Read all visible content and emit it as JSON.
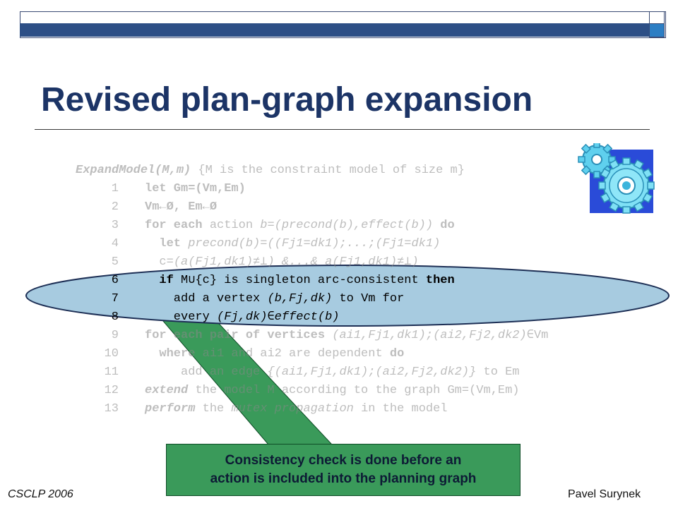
{
  "slide": {
    "title": "Revised plan-graph expansion",
    "footer_left": "CSCLP 2006",
    "footer_right": "Pavel Surynek",
    "logo_icon": "gears-icon"
  },
  "code": {
    "header": {
      "fn": "ExpandModel(M,m)",
      "comment": " {M is the constraint model of size m}"
    },
    "lines": [
      {
        "n": "1",
        "parts": [
          {
            "t": "let Gm=(Vm,Em)",
            "s": "kw"
          }
        ]
      },
      {
        "n": "2",
        "parts": [
          {
            "t": "Vm←Ø, Em←Ø",
            "s": "kw"
          }
        ]
      },
      {
        "n": "3",
        "parts": [
          {
            "t": "for each",
            "s": "kw"
          },
          {
            "t": " action ",
            "s": ""
          },
          {
            "t": "b=(precond(b),effect(b))",
            "s": "it"
          },
          {
            "t": " do",
            "s": "kw"
          }
        ]
      },
      {
        "n": "4",
        "parts": [
          {
            "t": "  let ",
            "s": "kw"
          },
          {
            "t": "precond(b)=((Fj1=dk1);...;(Fj1=dk1)",
            "s": "it"
          }
        ]
      },
      {
        "n": "5",
        "parts": [
          {
            "t": "  c=",
            "s": ""
          },
          {
            "t": "(a(Fj1,dk1)≠⊥) &...& a(Fj1,dk1)≠⊥)",
            "s": "it"
          }
        ]
      },
      {
        "n": "6",
        "parts": [
          {
            "t": "  if",
            "s": "kw"
          },
          {
            "t": " M∪{c} is singleton arc-consistent ",
            "s": ""
          },
          {
            "t": "then",
            "s": "kw"
          }
        ]
      },
      {
        "n": "7",
        "parts": [
          {
            "t": "    add a vertex ",
            "s": ""
          },
          {
            "t": "(b,Fj,dk)",
            "s": "it"
          },
          {
            "t": " to Vm for",
            "s": ""
          }
        ]
      },
      {
        "n": "8",
        "parts": [
          {
            "t": "    every ",
            "s": ""
          },
          {
            "t": "(Fj,dk)∈effect(b)",
            "s": "it"
          }
        ]
      },
      {
        "n": "9",
        "parts": [
          {
            "t": "for each pair of vertices ",
            "s": "kw"
          },
          {
            "t": "(ai1,Fj1,dk1);(ai2,Fj2,dk2)∈",
            "s": "it"
          },
          {
            "t": "Vm",
            "s": ""
          }
        ]
      },
      {
        "n": "10",
        "parts": [
          {
            "t": "  where",
            "s": "kw"
          },
          {
            "t": " ai1 and ai2 are dependent ",
            "s": ""
          },
          {
            "t": "do",
            "s": "kw"
          }
        ]
      },
      {
        "n": "11",
        "parts": [
          {
            "t": "     add an edge ",
            "s": ""
          },
          {
            "t": "{(ai1,Fj1,dk1);(ai2,Fj2,dk2)}",
            "s": "it"
          },
          {
            "t": " to Em",
            "s": ""
          }
        ]
      },
      {
        "n": "12",
        "parts": [
          {
            "t": "extend",
            "s": "kw it"
          },
          {
            "t": " the model M according to the graph Gm=(Vm,Em)",
            "s": ""
          }
        ]
      },
      {
        "n": "13",
        "parts": [
          {
            "t": "perform",
            "s": "kw it"
          },
          {
            "t": " the ",
            "s": ""
          },
          {
            "t": "mutex propagation",
            "s": "it"
          },
          {
            "t": " in the model",
            "s": ""
          }
        ]
      }
    ],
    "highlighted_lines": [
      "6",
      "7",
      "8"
    ]
  },
  "callout": {
    "line1": "Consistency check is done before an",
    "line2": "action is included into the planning graph"
  }
}
